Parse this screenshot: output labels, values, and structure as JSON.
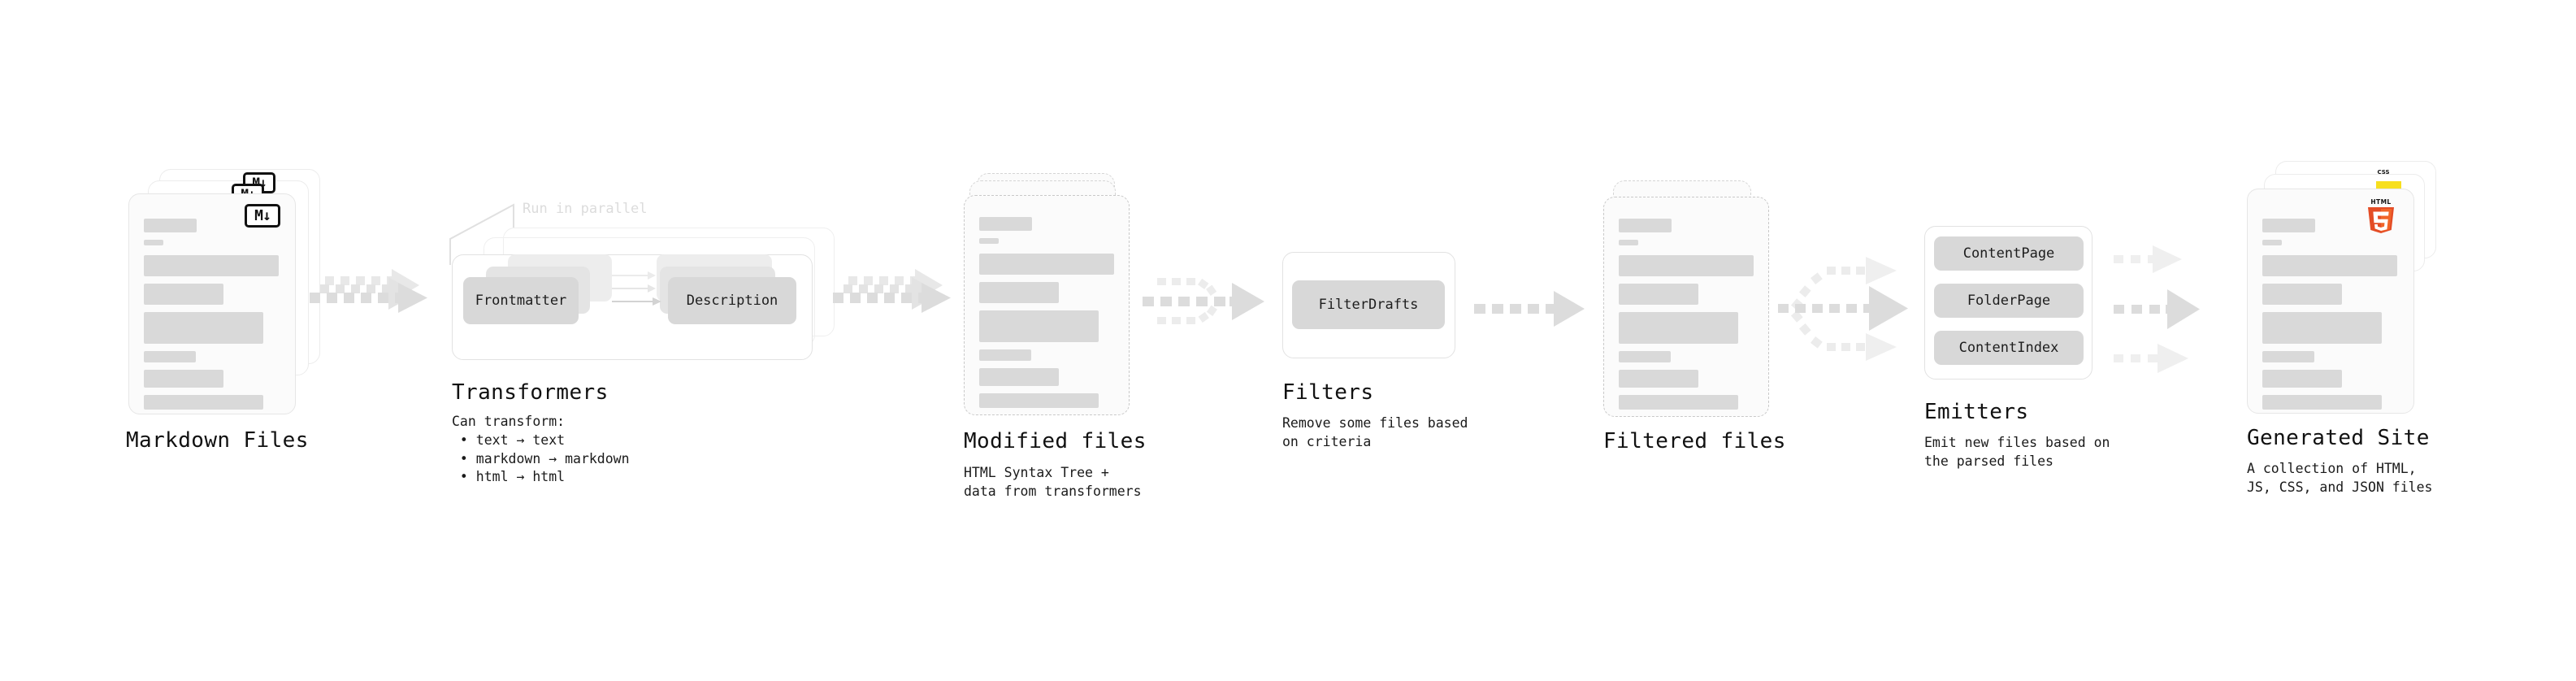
{
  "diagram": {
    "type": "pipeline-flow",
    "stages": [
      {
        "id": "markdown-files",
        "title": "Markdown Files",
        "subtitle": "",
        "icon": "markdown-icon",
        "icon_label": "M↓"
      },
      {
        "id": "transformers",
        "title": "Transformers",
        "subtitle": "Can transform:\n • text → text\n • markdown → markdown\n • html → html",
        "annotation": "Run in parallel",
        "chips": [
          "Frontmatter",
          "Description"
        ]
      },
      {
        "id": "modified-files",
        "title": "Modified files",
        "subtitle": "HTML Syntax Tree +\ndata from transformers"
      },
      {
        "id": "filters",
        "title": "Filters",
        "subtitle": "Remove some files based\non criteria",
        "chips": [
          "FilterDrafts"
        ]
      },
      {
        "id": "filtered-files",
        "title": "Filtered files",
        "subtitle": ""
      },
      {
        "id": "emitters",
        "title": "Emitters",
        "subtitle": "Emit new files based on\nthe parsed files",
        "chips": [
          "ContentPage",
          "FolderPage",
          "ContentIndex"
        ]
      },
      {
        "id": "generated-site",
        "title": "Generated Site",
        "subtitle": "A collection of HTML,\nJS, CSS, and JSON files",
        "icons": [
          "html5-icon",
          "js-icon",
          "css-icon"
        ],
        "icon_label": "HTML"
      }
    ],
    "colors": {
      "text": "#111111",
      "bar": "#d9d9d9",
      "chip": "#d8d8d8",
      "card_border": "#e6e6e6",
      "dashed_border": "#c9c9c9",
      "arrow": "#d9d9d9",
      "muted_text": "#dcdcdc",
      "html5_orange": "#e44d26",
      "html5_shield": "#f16529",
      "js_yellow": "#f7df1e",
      "css_blue": "#264de4"
    }
  }
}
